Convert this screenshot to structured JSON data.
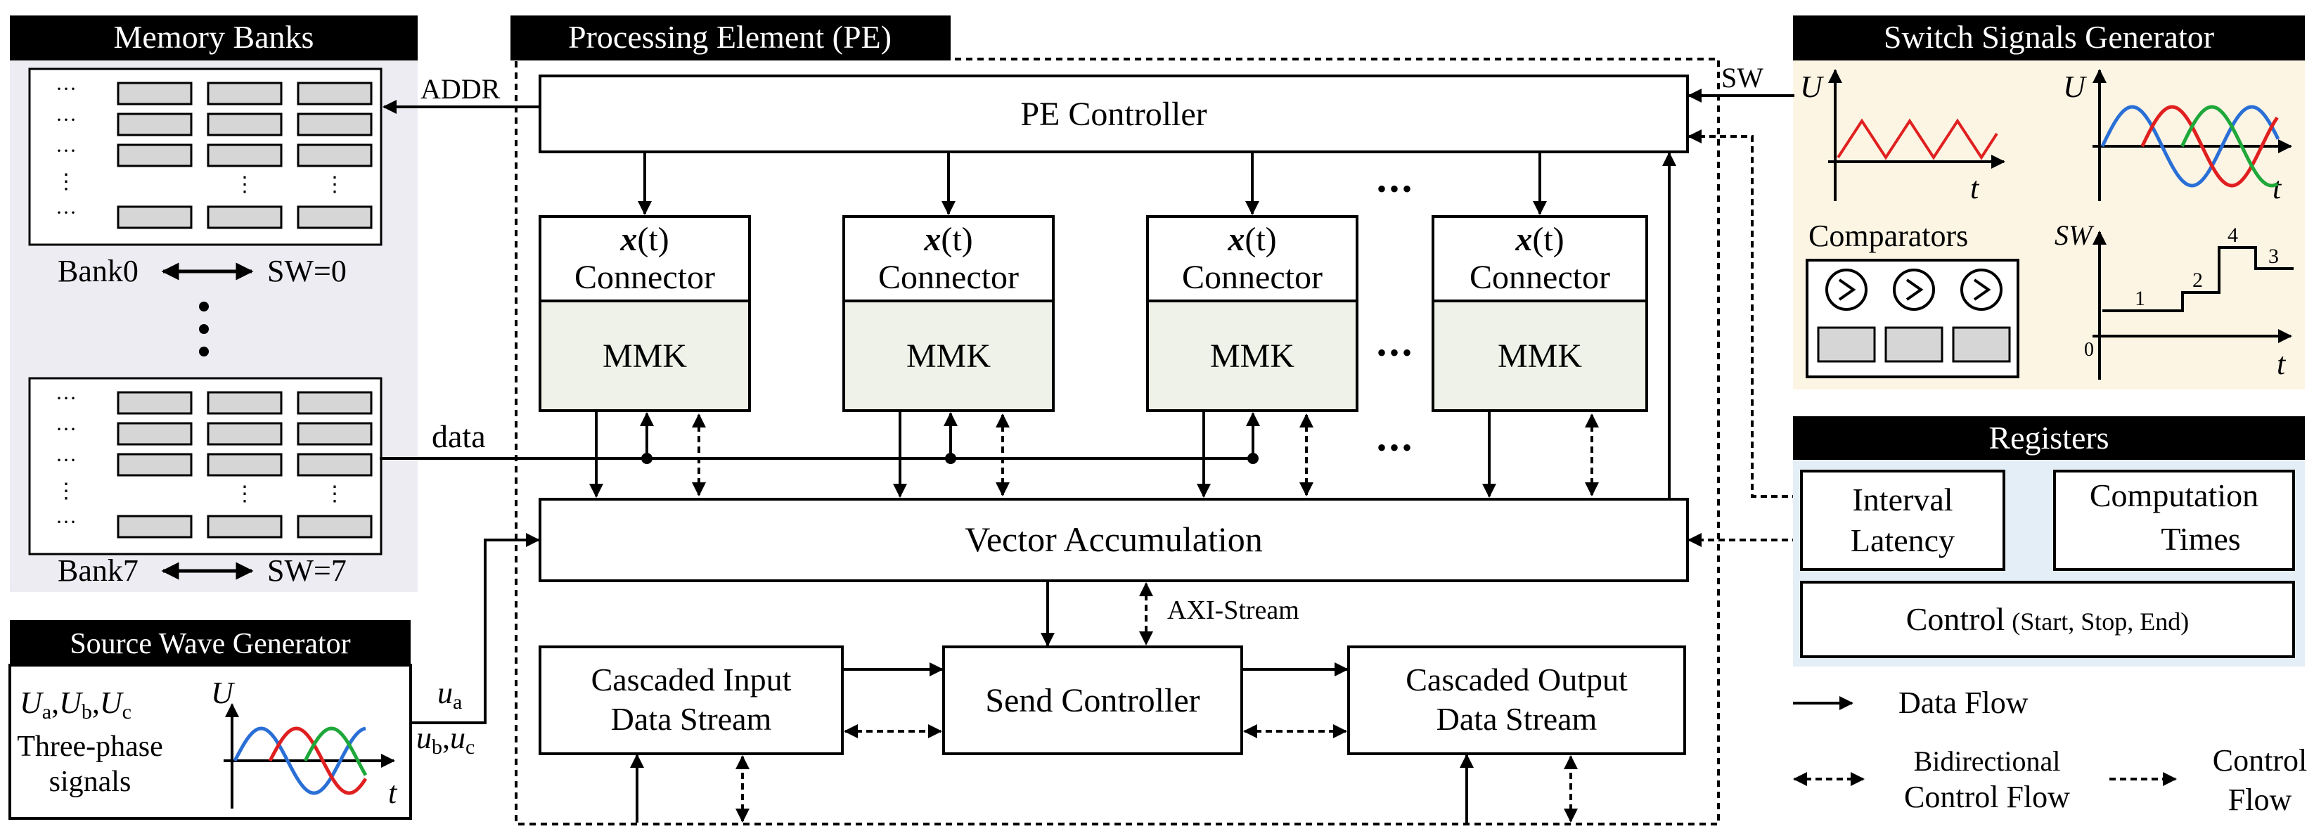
{
  "memory_banks": {
    "title": "Memory Banks",
    "bank_first_label": "Bank0",
    "bank_first_sw": "SW=0",
    "bank_last_label": "Bank7",
    "bank_last_sw": "SW=7",
    "row_marker": "···",
    "gap_marker": "⋮"
  },
  "pe": {
    "title": "Processing Element (PE)",
    "controller": "PE Controller",
    "connector_x": "x",
    "connector_t": "(t)",
    "connector_word": "Connector",
    "mmk": "MMK",
    "ellipsis": "•••",
    "vector_accumulation": "Vector Accumulation",
    "axi_stream": "AXI-Stream",
    "cascaded_input_line1": "Cascaded Input",
    "cascaded_input_line2": "Data Stream",
    "send_controller": "Send Controller",
    "cascaded_output_line1": "Cascaded Output",
    "cascaded_output_line2": "Data Stream"
  },
  "signals": {
    "addr": "ADDR",
    "data": "data",
    "sw": "SW",
    "ua": "u",
    "ua_sub": "a",
    "ubc": "u",
    "ub_sub": "b",
    "uc": "u",
    "uc_sub": "c"
  },
  "switch_gen": {
    "title": "Switch Signals Generator",
    "axis_u": "U",
    "axis_t": "t",
    "comparators": "Comparators",
    "axis_sw": "SW",
    "origin": "0",
    "step1": "1",
    "step2": "2",
    "step3": "3",
    "step4": "4"
  },
  "registers": {
    "title": "Registers",
    "interval_line1": "Interval",
    "interval_line2": "Latency",
    "computation_line1": "Computation",
    "computation_line2": "Times",
    "control_main": "Control",
    "control_detail": "(Start, Stop, End)"
  },
  "source_wave": {
    "title": "Source Wave Generator",
    "u": "U",
    "a": "a",
    "b": "b",
    "c": "c",
    "comma": ",",
    "line2": "Three-phase",
    "line3": "signals",
    "axis_u": "U",
    "axis_t": "t"
  },
  "legend": {
    "data_flow": "Data Flow",
    "bidir_line1": "Bidirectional",
    "bidir_line2": "Control Flow",
    "control_line1": "Control",
    "control_line2": "Flow"
  },
  "colors": {
    "panel_gray": "#ececf2",
    "panel_yellow": "#fdf5e4",
    "panel_blue": "#e4eef6",
    "mmk_fill": "#eef2e8",
    "cell_fill": "#d6d6d6",
    "wave_blue": "#2a6fd6",
    "wave_red": "#e02020",
    "wave_green": "#1fa83a"
  }
}
